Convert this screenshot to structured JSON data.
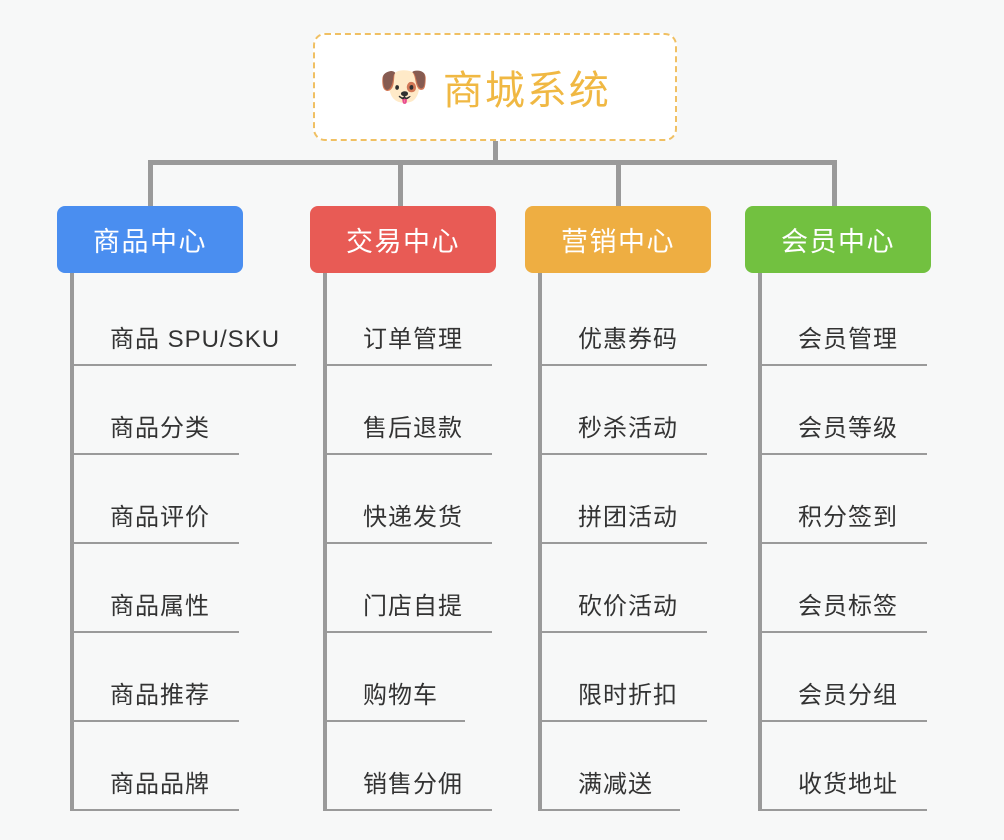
{
  "root": {
    "icon": "dog-face-icon",
    "icon_glyph": "🐶",
    "title": "商城系统",
    "title_color": "#f0b843",
    "border_color": "#f0c063"
  },
  "colors": {
    "background": "#f7f8f8",
    "connector": "#9a9a9a",
    "leaf_text": "#333333",
    "product_center": "#4a8ef0",
    "trade_center": "#e85b55",
    "marketing_center": "#eeae42",
    "member_center": "#72c140"
  },
  "columns": [
    {
      "id": "product-center",
      "label": "商品中心",
      "color": "#4a8ef0",
      "items": [
        {
          "label": "商品 SPU/SKU"
        },
        {
          "label": "商品分类"
        },
        {
          "label": "商品评价"
        },
        {
          "label": "商品属性"
        },
        {
          "label": "商品推荐"
        },
        {
          "label": "商品品牌"
        }
      ]
    },
    {
      "id": "trade-center",
      "label": "交易中心",
      "color": "#e85b55",
      "items": [
        {
          "label": "订单管理"
        },
        {
          "label": "售后退款"
        },
        {
          "label": "快递发货"
        },
        {
          "label": "门店自提"
        },
        {
          "label": "购物车"
        },
        {
          "label": "销售分佣"
        }
      ]
    },
    {
      "id": "marketing-center",
      "label": "营销中心",
      "color": "#eeae42",
      "items": [
        {
          "label": "优惠券码"
        },
        {
          "label": "秒杀活动"
        },
        {
          "label": "拼团活动"
        },
        {
          "label": "砍价活动"
        },
        {
          "label": "限时折扣"
        },
        {
          "label": "满减送"
        }
      ]
    },
    {
      "id": "member-center",
      "label": "会员中心",
      "color": "#72c140",
      "items": [
        {
          "label": "会员管理"
        },
        {
          "label": "会员等级"
        },
        {
          "label": "积分签到"
        },
        {
          "label": "会员标签"
        },
        {
          "label": "会员分组"
        },
        {
          "label": "收货地址"
        }
      ]
    }
  ]
}
